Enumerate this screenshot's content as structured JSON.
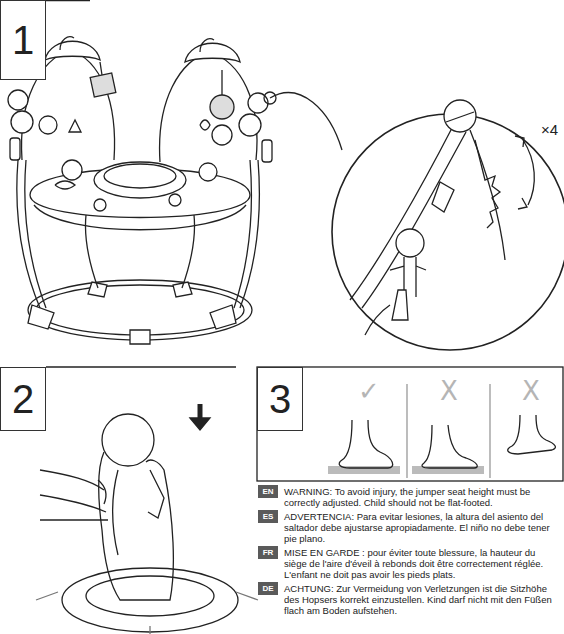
{
  "diagram": {
    "nodes": [
      {
        "text": [
          "1"
        ]
      },
      {
        "text": [
          "2"
        ]
      },
      {
        "text": [
          "3"
        ]
      },
      {
        "text": [
          "EN"
        ]
      },
      {
        "text": [
          "ES"
        ]
      },
      {
        "text": [
          "FR"
        ]
      },
      {
        "text": [
          "DE"
        ]
      }
    ],
    "labels": [
      "×4",
      "✓",
      "X",
      "X",
      "WARNING: To avoid injury, the jumper seat height must be correctly adjusted. Child should not be flat-footed.",
      "ADVERTENCIA: Para evitar lesiones, la altura del asiento del saltador debe ajustarse apropiadamente. El niño no debe tener pie plano.",
      "MISE EN GARDE : pour éviter toute blessure, la hauteur du siège de l'aire d'éveil à rebonds doit être correctement réglée. L'enfant ne doit pas avoir les pieds plats.",
      "ACHTUNG: Zur Vermeidung von Verletzungen ist die Sitzhöhe des Hopsers korrekt einzustellen. Kind darf nicht mit den Füßen flach am Boden aufstehen."
    ]
  }
}
